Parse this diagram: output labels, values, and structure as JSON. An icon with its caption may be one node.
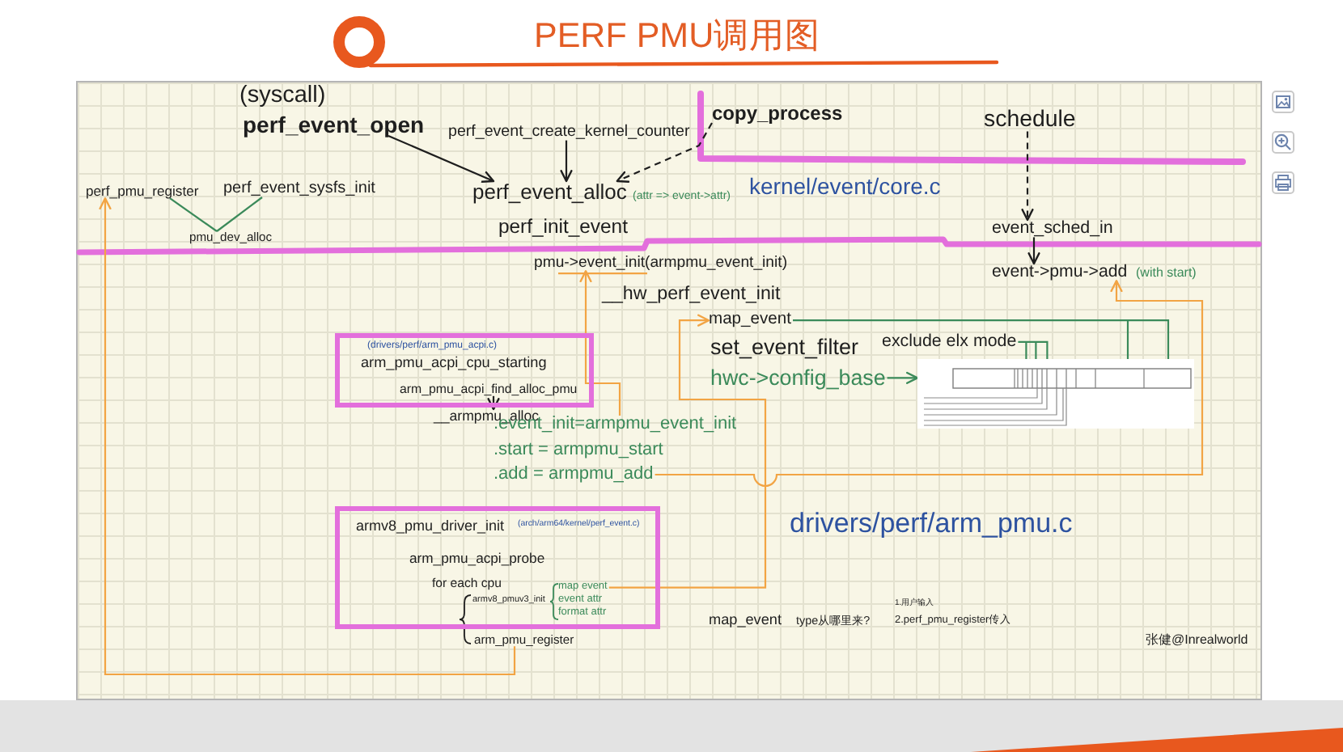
{
  "diagram": {
    "title": "PERF PMU调用图",
    "nodes": [
      {
        "text": [
          "perf_event_open"
        ]
      },
      {
        "text": [
          "perf_event_create_kernel_counter"
        ]
      },
      {
        "text": [
          "copy_process"
        ]
      },
      {
        "text": [
          "schedule"
        ]
      },
      {
        "text": [
          "perf_pmu_register"
        ]
      },
      {
        "text": [
          "perf_event_sysfs_init"
        ]
      },
      {
        "text": [
          "perf_event_alloc"
        ],
        "beside": [
          "(attr => event->attr)"
        ]
      },
      {
        "text": [
          "pmu_dev_alloc"
        ]
      },
      {
        "text": [
          "event_sched_in"
        ]
      },
      {
        "text": [
          "pmu->event_init(armpmu_event_init)"
        ]
      },
      {
        "text": [
          "event->pmu->add"
        ],
        "beside": [
          "(with start)"
        ]
      },
      {
        "text": [
          "map_event"
        ]
      },
      {
        "text": [
          "(drivers/perf/arm_pmu_acpi.c)",
          "arm_pmu_acpi_cpu_starting"
        ]
      },
      {
        "text": [
          "exclude elx mode"
        ]
      },
      {
        "text": [
          "hwc->config_base"
        ]
      },
      {
        "text": [],
        "shape": "picture"
      },
      {
        "text": [
          "arm_pmu_acpi_find_alloc_pmu"
        ],
        "in": 12
      },
      {
        "text": [
          "__armpmu_alloc"
        ]
      },
      {
        "text": [
          ".event_init=armpmu_event_init"
        ]
      },
      {
        "text": [
          ".add = armpmu_add"
        ]
      },
      {
        "text": [
          "armv8_pmu_driver_init",
          "(arch/arm64/kernel/perf_event.c)",
          "arm_pmu_acpi_probe",
          "for each cpu",
          "armv8_pmuv3_init",
          "event attr",
          "format attr"
        ]
      },
      {
        "text": [
          "map event"
        ],
        "in": 20
      },
      {
        "text": [
          "arm_pmu_register"
        ]
      }
    ],
    "edges": [
      {
        "from": 0,
        "to": 6,
        "arrow": "to"
      },
      {
        "from": 1,
        "to": 6,
        "arrow": "to"
      },
      {
        "from": 2,
        "to": 6,
        "arrow": "to",
        "style": "dashed"
      },
      {
        "from": 3,
        "to": 8,
        "arrow": "to",
        "style": "dashed"
      },
      {
        "from": 8,
        "to": 10,
        "arrow": "to"
      },
      {
        "from": 4,
        "to": 7,
        "arrow": "none",
        "color": "#3b8a5a"
      },
      {
        "from": 5,
        "to": 7,
        "arrow": "none",
        "color": "#3b8a5a"
      },
      {
        "from": 18,
        "to": 9,
        "arrow": "to",
        "color": "#f2a444"
      },
      {
        "from": 19,
        "to": 10,
        "arrow": "to",
        "color": "#f2a444"
      },
      {
        "from": 21,
        "to": 11,
        "arrow": "to",
        "color": "#f2a444"
      },
      {
        "from": 22,
        "to": 4,
        "arrow": "to",
        "color": "#f2a444"
      },
      {
        "from": 11,
        "to": 15,
        "arrow": "none",
        "color": "#3b8a5a"
      },
      {
        "from": 13,
        "to": 15,
        "arrow": "none",
        "color": "#3b8a5a"
      },
      {
        "from": 14,
        "to": 15,
        "arrow": "to",
        "color": "#3b8a5a"
      },
      {
        "from": 16,
        "to": 17,
        "arrow": "to"
      }
    ],
    "labels": [
      "(syscall)",
      "kernel/event/core.c",
      "perf_init_event",
      "__hw_perf_event_init",
      "set_event_filter",
      ".start = armpmu_start",
      "drivers/perf/arm_pmu.c",
      "map_event",
      "type从哪里来?",
      "1.用户输入",
      "2.perf_pmu_register传入",
      "张健@Inrealworld"
    ]
  }
}
